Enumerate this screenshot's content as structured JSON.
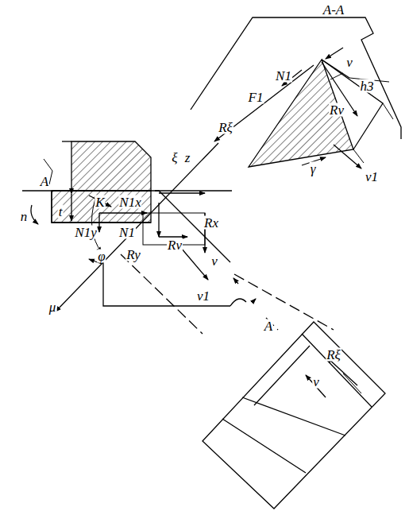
{
  "diagram": {
    "labels": [
      "A-A",
      "N1",
      "v",
      "h3",
      "F1",
      "Rv",
      "Rξ",
      "ξ",
      "z",
      "γ",
      "v1",
      "A",
      "K",
      "N1x",
      "n",
      "t",
      "N1y",
      "N1",
      "Rx",
      "φ",
      "Ry",
      "Rv",
      "v",
      "v1",
      "μ",
      "A",
      "Rξ",
      "v"
    ]
  }
}
